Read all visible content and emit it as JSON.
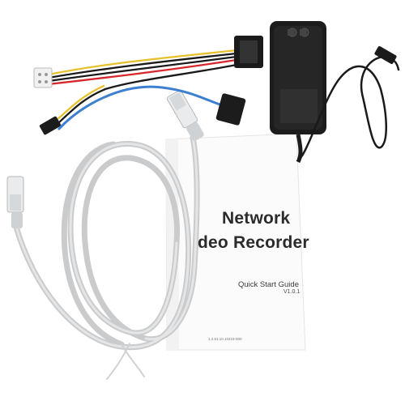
{
  "guide": {
    "title_line1": "Network",
    "title_line2": "deo Recorder",
    "subtitle": "Quick Start Guide",
    "version": "V1.0.1",
    "doc_code": "1.2.51.10.10419-000"
  },
  "colors": {
    "background": "#ffffff",
    "cable_gray": "#d4d6d8",
    "adapter_black": "#1c1c1c",
    "wire_red": "#d8262b",
    "wire_yellow": "#e8c02a",
    "wire_black": "#1a1a1a",
    "sata_blue": "#3d7fd0"
  },
  "items": [
    "network-cable",
    "power-adapter",
    "sata-power-splitter-cable",
    "sata-data-cable",
    "quick-start-guide"
  ]
}
